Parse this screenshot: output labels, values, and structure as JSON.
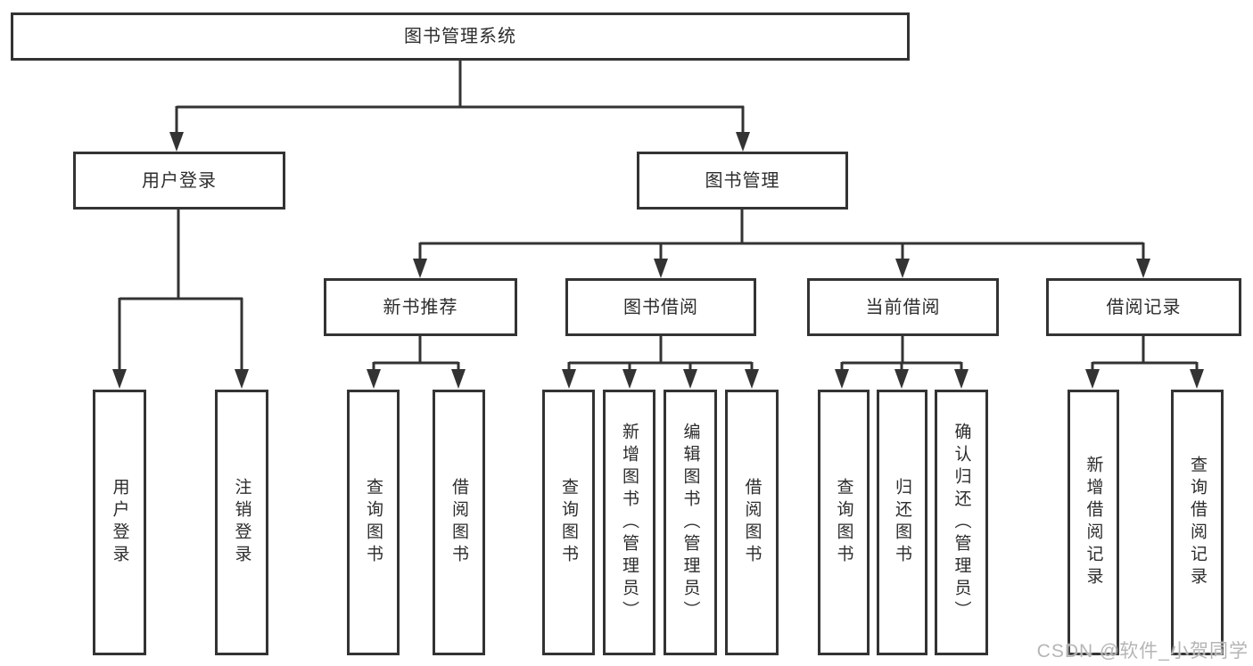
{
  "nodes": {
    "root": {
      "label": "图书管理系统"
    },
    "user_login": {
      "label": "用户登录"
    },
    "book_management": {
      "label": "图书管理"
    },
    "new_book_recommend": {
      "label": "新书推荐"
    },
    "book_borrowing": {
      "label": "图书借阅"
    },
    "current_borrowing": {
      "label": "当前借阅"
    },
    "borrowing_records": {
      "label": "借阅记录"
    },
    "user_login_leaf": {
      "label": "用户登录"
    },
    "logout_leaf": {
      "label": "注销登录"
    },
    "nbr_query_books": {
      "label": "查询图书"
    },
    "nbr_borrow_books": {
      "label": "借阅图书"
    },
    "bb_query_books": {
      "label": "查询图书"
    },
    "bb_add_books_admin": {
      "label": "新增图书（管理员）"
    },
    "bb_edit_books_admin": {
      "label": "编辑图书（管理员）"
    },
    "bb_borrow_books": {
      "label": "借阅图书"
    },
    "cb_query_books": {
      "label": "查询图书"
    },
    "cb_return_books": {
      "label": "归还图书"
    },
    "cb_confirm_return_admin": {
      "label": "确认归还（管理员）"
    },
    "br_add_record": {
      "label": "新增借阅记录"
    },
    "br_query_record": {
      "label": "查询借阅记录"
    }
  },
  "watermark": {
    "text": "CSDN @软件_小贺同学"
  },
  "colors": {
    "line": "#333333",
    "text": "#2d2d2d",
    "background": "#ffffff",
    "watermark": "#b5b5b5"
  }
}
